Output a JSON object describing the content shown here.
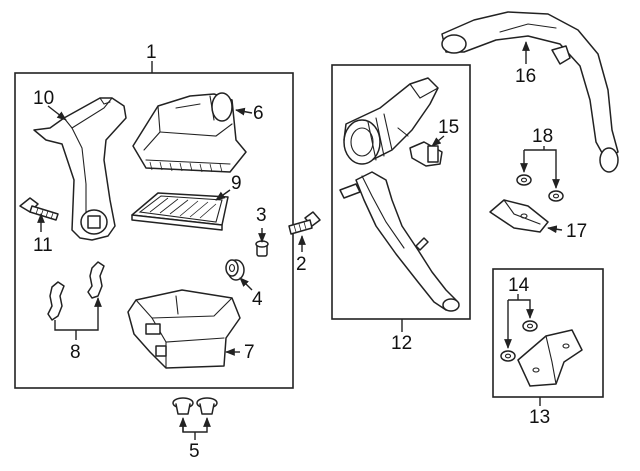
{
  "callouts": {
    "n1": "1",
    "n2": "2",
    "n3": "3",
    "n4": "4",
    "n5": "5",
    "n6": "6",
    "n7": "7",
    "n8": "8",
    "n9": "9",
    "n10": "10",
    "n11": "11",
    "n12": "12",
    "n13": "13",
    "n14": "14",
    "n15": "15",
    "n16": "16",
    "n17": "17",
    "n18": "18"
  },
  "colors": {
    "line": "#222222",
    "background": "#ffffff"
  }
}
